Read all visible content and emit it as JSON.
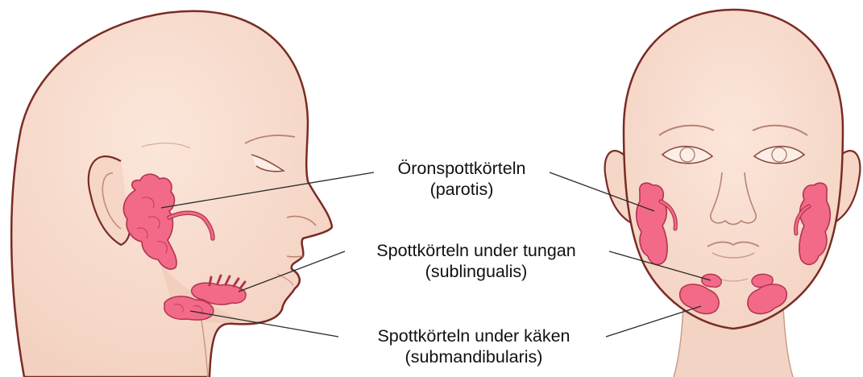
{
  "labels": {
    "parotid": {
      "name": "Öronspottkörteln",
      "latin": "(parotis)"
    },
    "sublingual": {
      "name": "Spottkörteln under tungan",
      "latin": "(sublingualis)"
    },
    "submandibular": {
      "name": "Spottkörteln under käken",
      "latin": "(submandibularis)"
    }
  },
  "colors": {
    "skin": "#f9ded0",
    "skin_shadow": "#eec9b8",
    "outline": "#7a2b25",
    "gland": "#f26a88",
    "gland_outline": "#b2334f",
    "leader_line": "#2a2a2a",
    "text": "#111111"
  },
  "icons": {
    "side_view": "head-profile-icon",
    "front_view": "face-front-icon"
  }
}
